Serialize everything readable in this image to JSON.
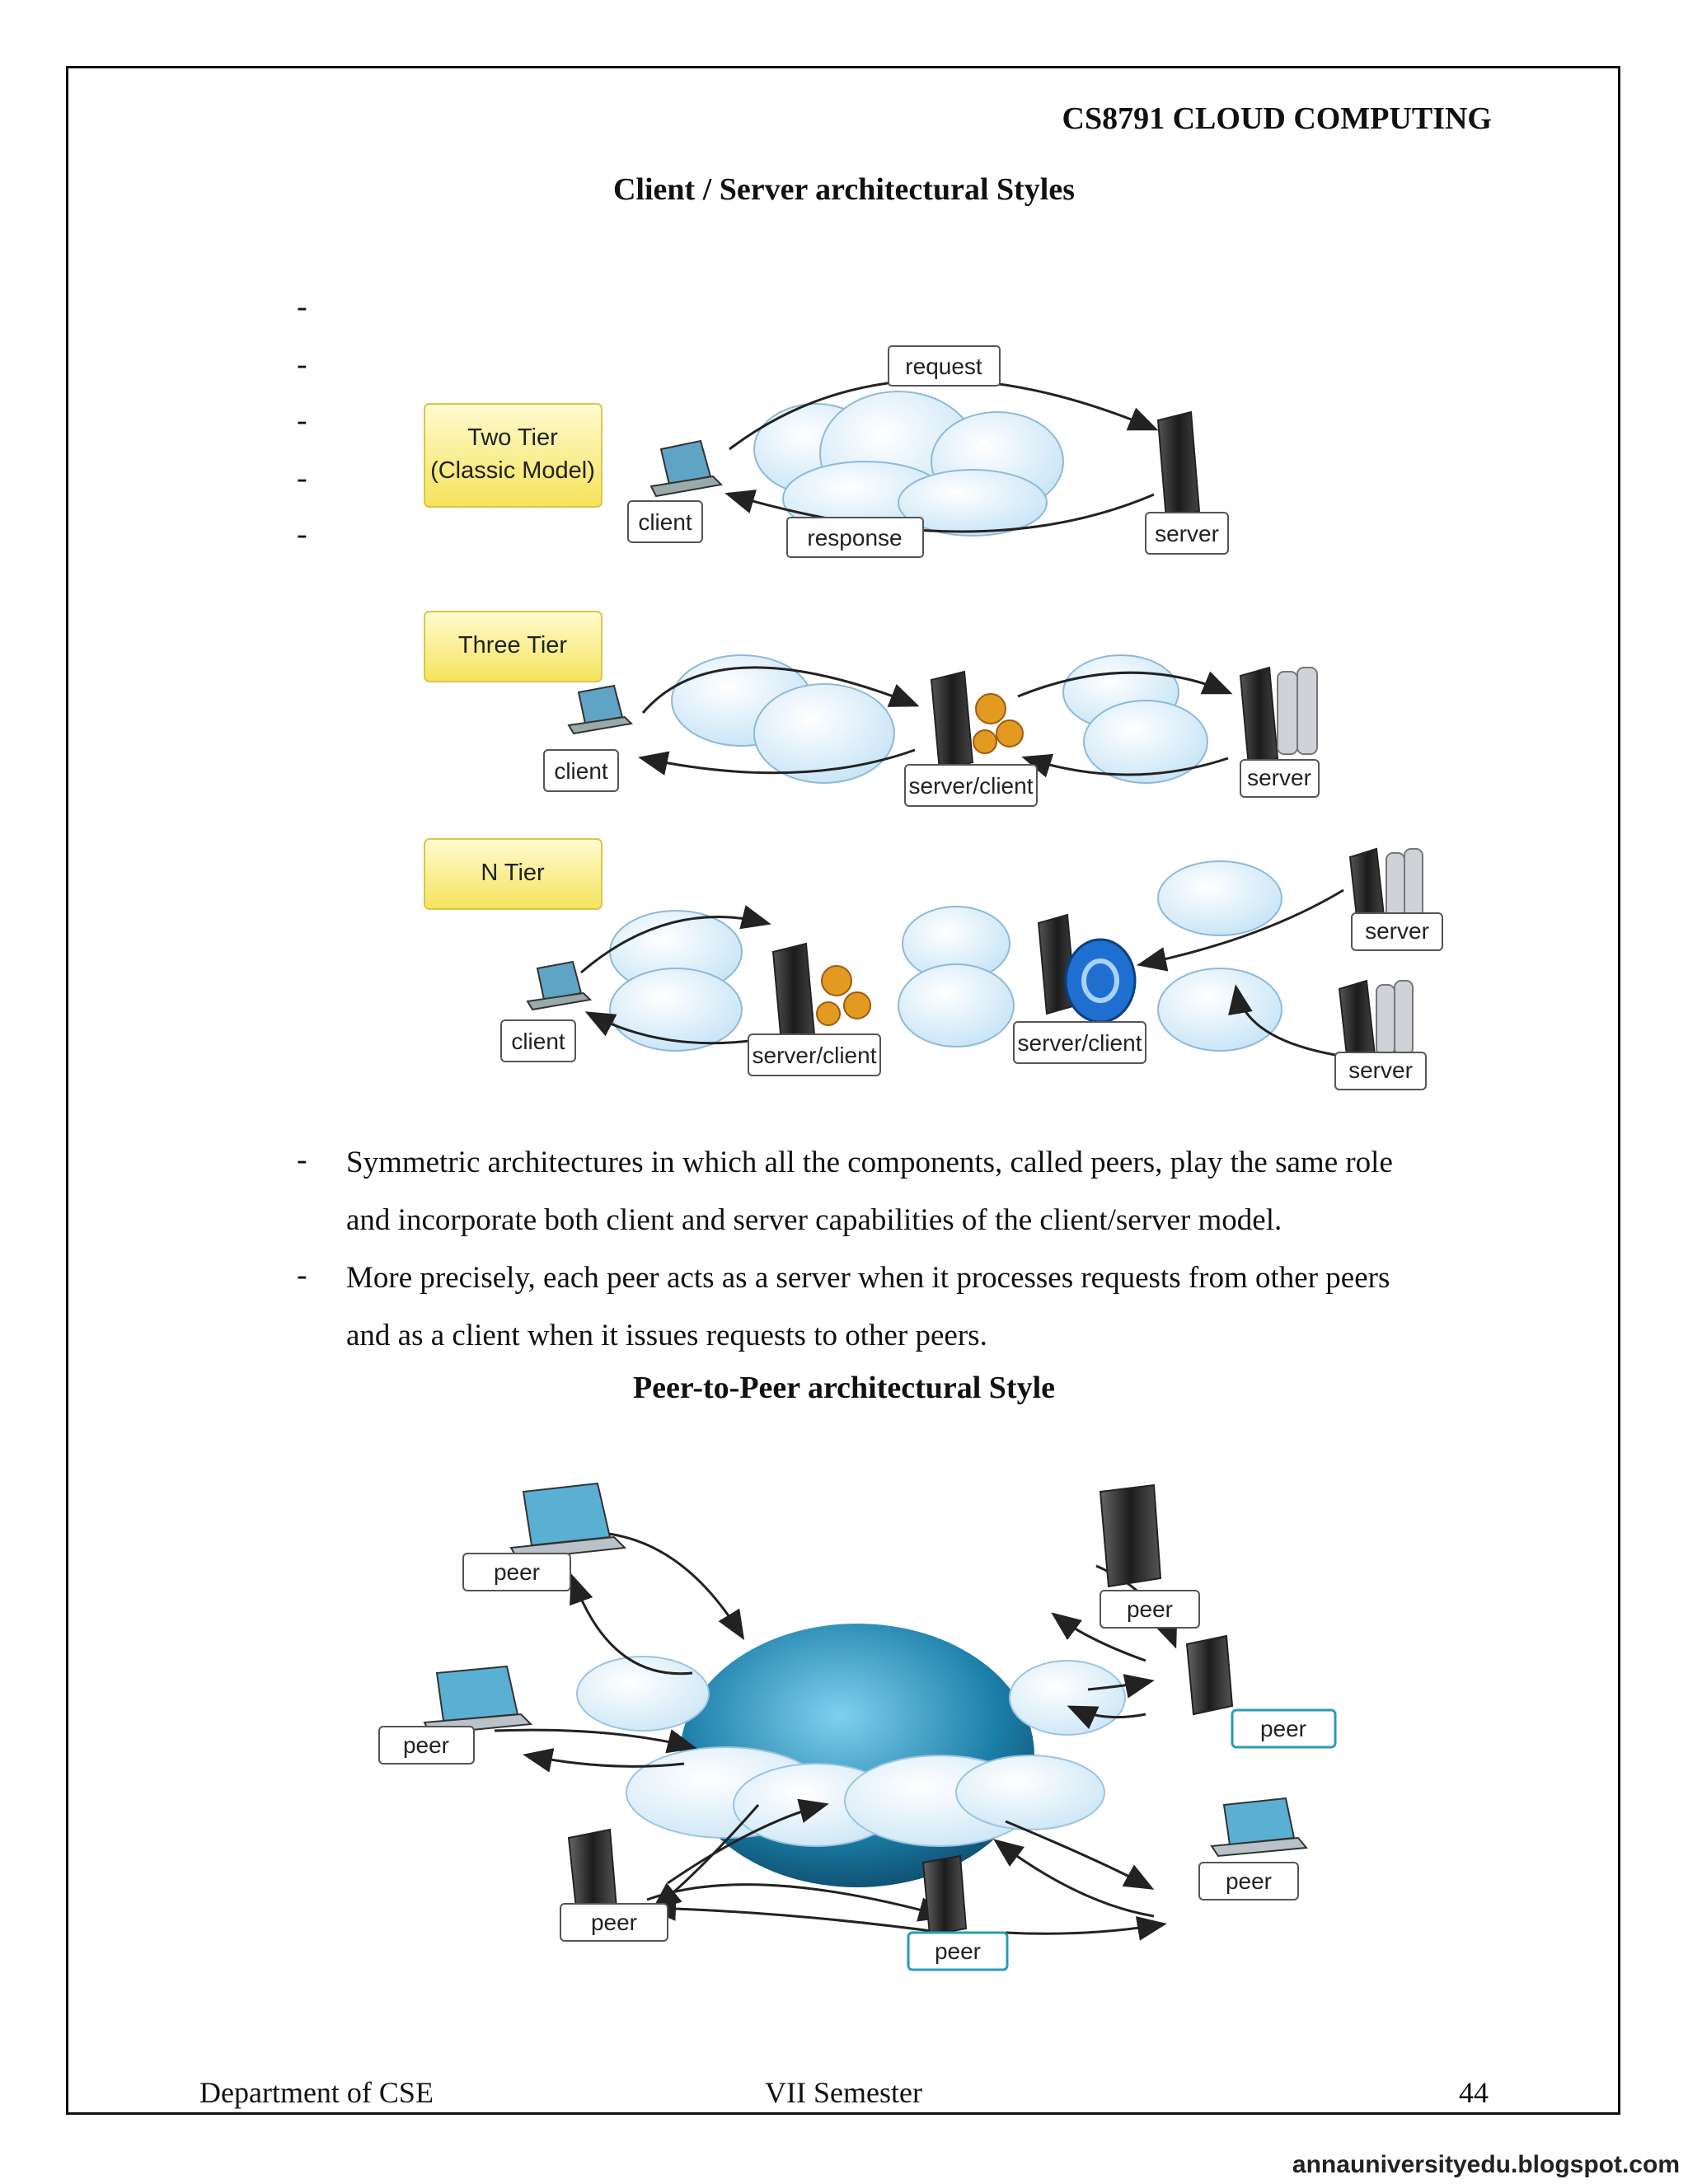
{
  "header": {
    "course_title": "CS8791 CLOUD COMPUTING"
  },
  "section1": {
    "heading": "Client / Server architectural Styles",
    "dash_marker": "-"
  },
  "figure_cs": {
    "two_tier": {
      "tier_label_line1": "Two Tier",
      "tier_label_line2": "(Classic Model)",
      "request": "request",
      "response": "response",
      "client": "client",
      "server": "server"
    },
    "three_tier": {
      "tier_label": "Three Tier",
      "client": "client",
      "server_client": "server/client",
      "server": "server"
    },
    "n_tier": {
      "tier_label": "N Tier",
      "client": "client",
      "server_client_1": "server/client",
      "server_client_2": "server/client",
      "server_top": "server",
      "server_bottom": "server"
    }
  },
  "bullets": [
    {
      "marker": "-",
      "line1": "Symmetric architectures in which all the components, called peers, play the same role",
      "line2": "and incorporate both client and server capabilities of the client/server model."
    },
    {
      "marker": "-",
      "line1": "More precisely, each peer acts as a server when it processes requests from other peers",
      "line2": "and as a client when it issues requests to other peers."
    }
  ],
  "section2": {
    "heading": "Peer-to-Peer architectural Style"
  },
  "figure_p2p": {
    "peer_label": "peer"
  },
  "footer": {
    "department": "Department of CSE",
    "semester": "VII Semester",
    "page_number": "44"
  },
  "watermark": "annauniversityedu.blogspot.com",
  "colors": {
    "tier_box_fill": "#fbf08a",
    "cloud_fill": "#dbeefa",
    "globe_fill": "#1b7ea8",
    "label_border": "#555555"
  }
}
